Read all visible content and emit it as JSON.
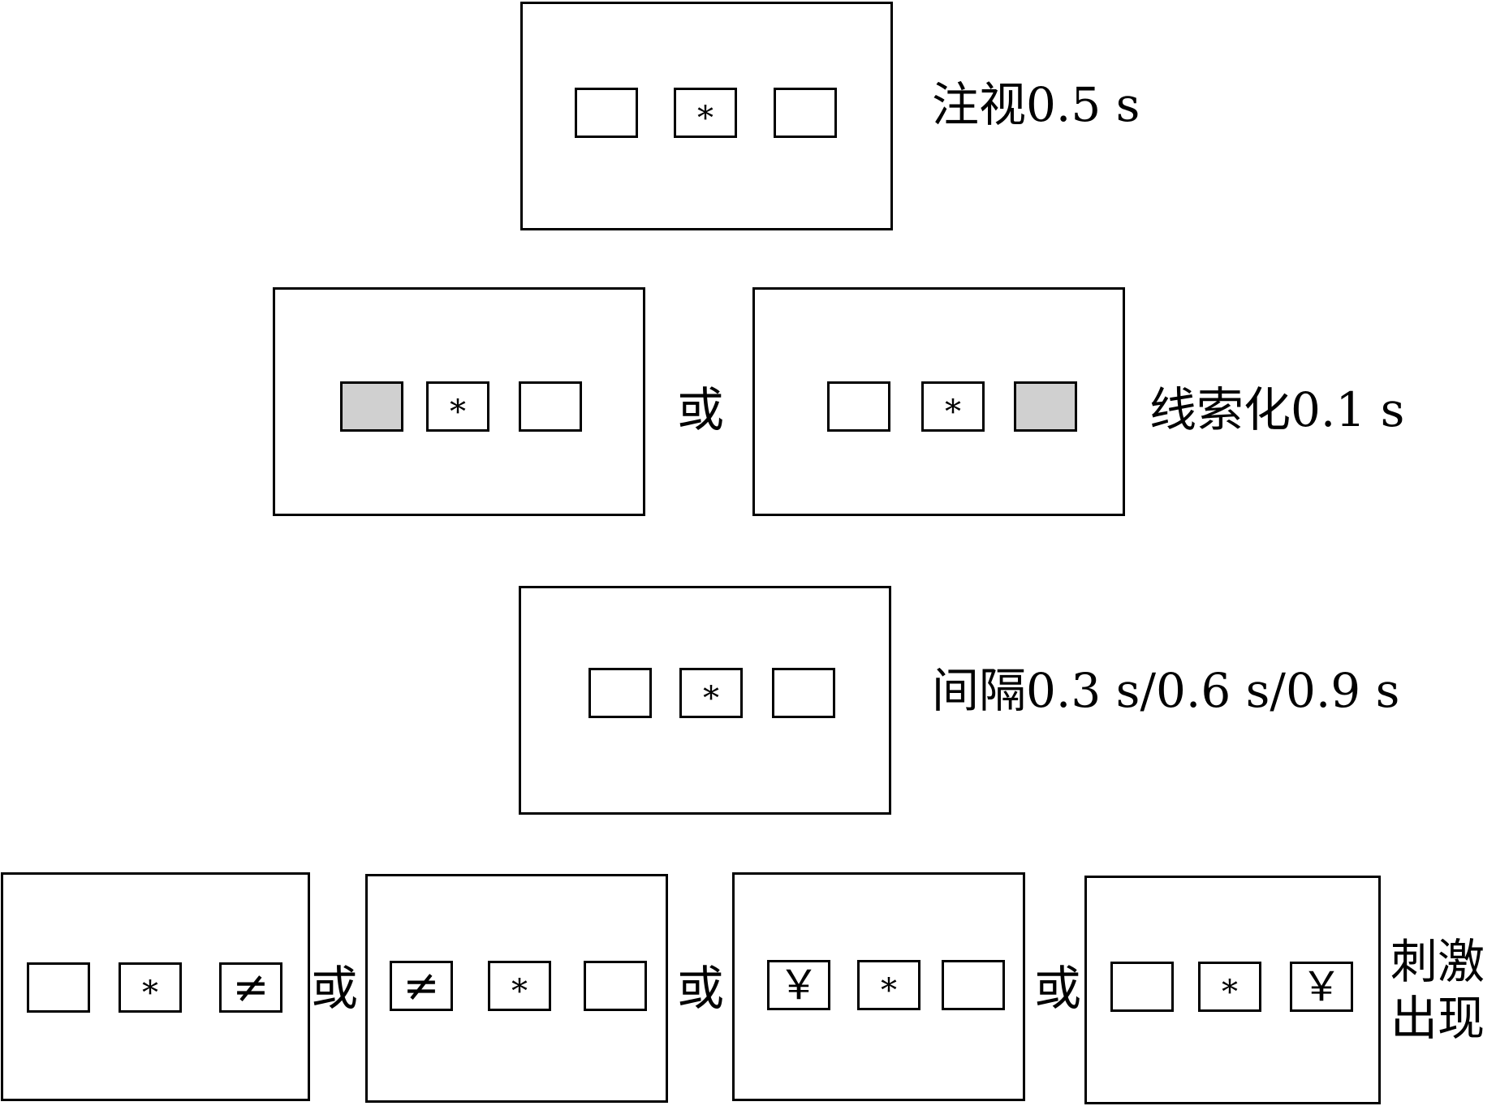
{
  "steps": {
    "fixation": {
      "label": "注视0.5 s",
      "screen": {
        "left": "",
        "center": "*",
        "right": ""
      }
    },
    "cue": {
      "label": "线索化0.1 s",
      "connector": "或",
      "screens": [
        {
          "left": "",
          "center": "*",
          "right": "",
          "cued": "left"
        },
        {
          "left": "",
          "center": "*",
          "right": "",
          "cued": "right"
        }
      ]
    },
    "interval": {
      "label": "间隔0.3 s/0.6 s/0.9 s",
      "screen": {
        "left": "",
        "center": "*",
        "right": ""
      }
    },
    "stimulus": {
      "label_line1": "刺激",
      "label_line2": "出现",
      "connector": "或",
      "screens": [
        {
          "left": "",
          "center": "*",
          "right": "≠"
        },
        {
          "left": "≠",
          "center": "*",
          "right": ""
        },
        {
          "left": "￥",
          "center": "*",
          "right": ""
        },
        {
          "left": "",
          "center": "*",
          "right": "￥"
        }
      ]
    }
  },
  "colors": {
    "frame": "#000000",
    "cued_fill": "#d0d0d0",
    "background": "#ffffff"
  }
}
